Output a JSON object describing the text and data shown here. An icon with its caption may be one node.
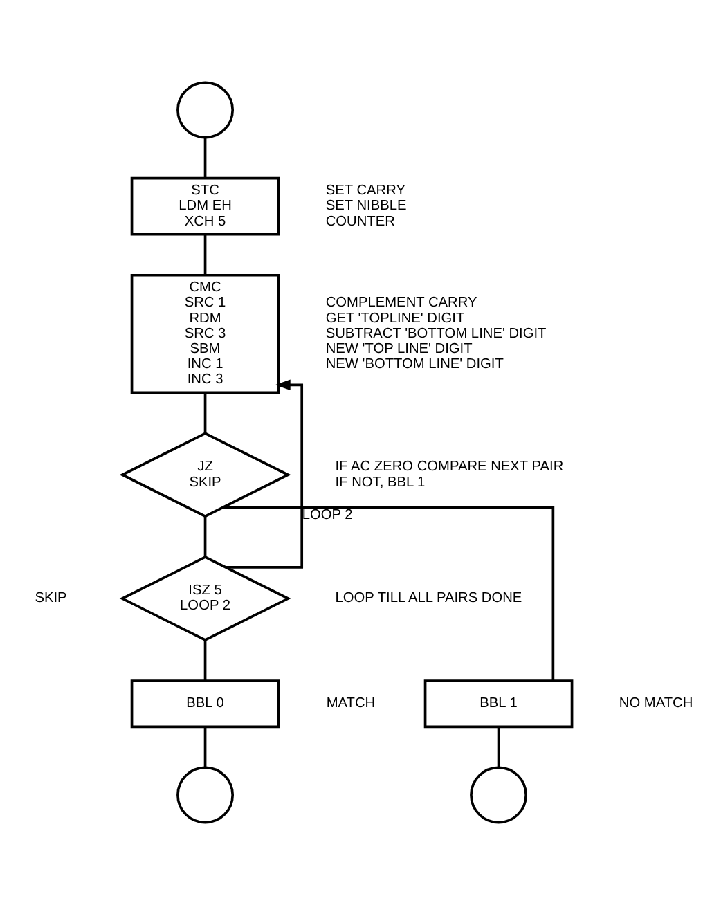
{
  "diagram": {
    "nodes": [
      {
        "text": [],
        "shape": "circle"
      },
      {
        "text": [
          "STC",
          "LDM EH",
          "XCH 5"
        ],
        "beside": [
          "SET CARRY",
          "SET NIBBLE",
          "COUNTER"
        ]
      },
      {
        "text": [
          "CMC",
          "SRC 1",
          "RDM",
          "SRC 3",
          "SBM",
          "INC 1",
          "INC 3"
        ],
        "beside": [
          "COMPLEMENT CARRY",
          "GET 'TOPLINE' DIGIT",
          "SUBTRACT 'BOTTOM LINE' DIGIT",
          "NEW 'TOP LINE' DIGIT",
          "NEW 'BOTTOM LINE' DIGIT"
        ]
      },
      {
        "text": [
          "JZ",
          "SKIP"
        ],
        "beside": [
          "IF AC ZERO COMPARE NEXT PAIR",
          "IF NOT, BBL 1"
        ]
      },
      {
        "text": [
          "ISZ 5",
          "LOOP 2"
        ],
        "beside": [
          "LOOP TILL ALL PAIRS DONE"
        ]
      },
      {
        "text": [
          "BBL 0"
        ],
        "beside": [
          "MATCH"
        ]
      },
      {
        "text": [
          "BBL 1"
        ],
        "beside": [
          "NO MATCH"
        ]
      },
      {
        "text": [],
        "shape": "circle"
      },
      {
        "text": [],
        "shape": "circle"
      }
    ],
    "edges": [
      {
        "from": 0,
        "to": 1,
        "arrow": "none"
      },
      {
        "from": 1,
        "to": 2,
        "arrow": "none"
      },
      {
        "from": 2,
        "to": 3,
        "arrow": "none"
      },
      {
        "from": 3,
        "to": 4,
        "arrow": "none"
      },
      {
        "from": 3,
        "to": 6,
        "arrow": "none"
      },
      {
        "from": 4,
        "to": 2,
        "arrow": "to",
        "label": "LOOP 2"
      },
      {
        "from": 4,
        "to": 5,
        "arrow": "none"
      },
      {
        "from": 5,
        "to": 7,
        "arrow": "none"
      },
      {
        "from": 6,
        "to": 8,
        "arrow": "none"
      }
    ],
    "labels": [
      "SKIP"
    ]
  }
}
